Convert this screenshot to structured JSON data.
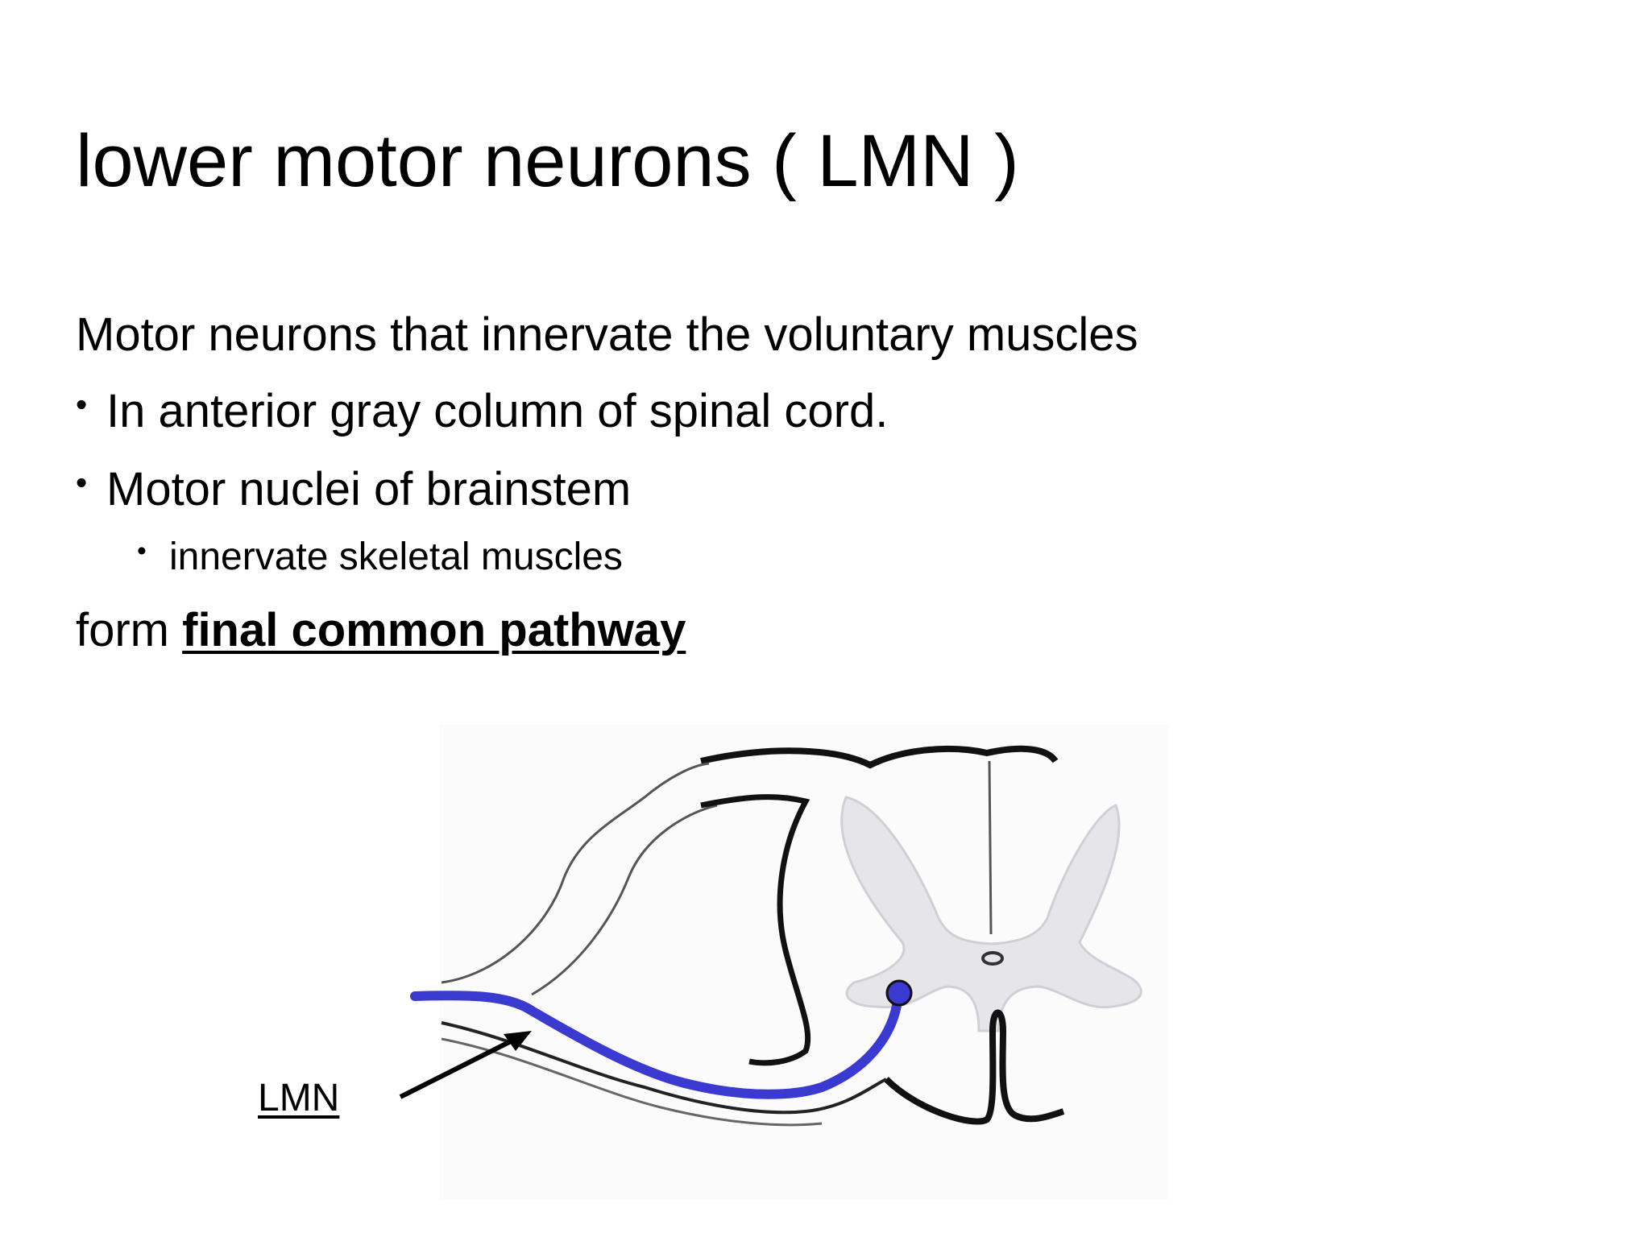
{
  "slide": {
    "title": "lower motor neurons ( LMN )",
    "intro": "Motor neurons that innervate the voluntary muscles",
    "bullets": [
      "In anterior gray column of spinal cord.",
      "Motor nuclei of brainstem"
    ],
    "sub_bullet": "innervate skeletal muscles",
    "form_prefix": "form ",
    "form_emphasis": "final common pathway"
  },
  "diagram": {
    "label": "LMN",
    "neuron_color": "#3a3ad0",
    "gray_matter_color": "#e6e6ea"
  }
}
